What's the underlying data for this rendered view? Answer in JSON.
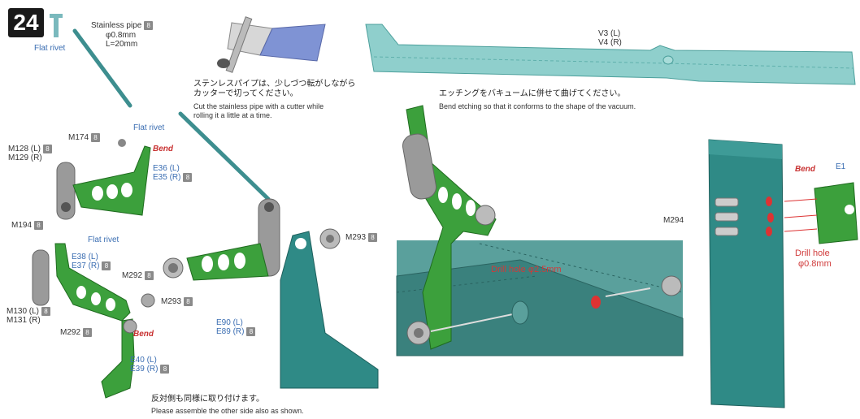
{
  "step": "24",
  "labels": {
    "flat_rivet_top": "Flat rivet",
    "stainless_pipe": "Stainless pipe",
    "pipe_dia": "φ0.8mm",
    "pipe_len": "L=20mm",
    "m174": "M174",
    "flat_rivet_mid": "Flat rivet",
    "bend_1": "Bend",
    "m128": "M128 (L)",
    "m129": "M129 (R)",
    "e36": "E36 (L)",
    "e35": "E35 (R)",
    "m194": "M194",
    "flat_rivet_low": "Flat rivet",
    "e38": "E38 (L)",
    "e37": "E37 (R)",
    "m292_a": "M292",
    "m293_a": "M293",
    "m130": "M130 (L)",
    "m131": "M131 (R)",
    "m292_b": "M292",
    "bend_2": "Bend",
    "e40": "E40 (L)",
    "e39": "E39 (R)",
    "e90": "E90 (L)",
    "e89": "E89 (R)",
    "m293_b": "M293",
    "v3": "V3 (L)",
    "v4": "V4 (R)",
    "drill_1": "Drill hole φ2.5mm",
    "m294": "M294",
    "bend_3": "Bend",
    "e1": "E1",
    "drill_2a": "Drill hole",
    "drill_2b": "φ0.8mm"
  },
  "notes": {
    "cut_jp_1": "ステンレスパイプは、少しづつ転がしながら",
    "cut_jp_2": "カッターで切ってください。",
    "cut_en_1": "Cut the stainless pipe with a cutter while",
    "cut_en_2": "rolling it a little at a time.",
    "etch_jp": "エッチングをバキュームに併せて曲げてください。",
    "etch_en": "Bend etching so that it conforms to the shape of the vacuum.",
    "other_jp": "反対側も同様に取り付けます。",
    "other_en": "Please assemble the other side also as shown."
  },
  "part_numbers": {
    "pipe": "8",
    "m174": "8",
    "m128": "8",
    "e36": "8",
    "m194": "8",
    "e38": "8",
    "m292_a": "8",
    "m293_a": "8",
    "m130": "8",
    "m292_b": "8",
    "e40": "8",
    "e90": "8",
    "m293_b": "8"
  },
  "colors": {
    "etching_green": "#3ca03c",
    "vacuum_teal": "#2f8a86",
    "vacuum_light": "#8fcfcc",
    "bend_red": "#c83232",
    "label_blue": "#3a6db2"
  }
}
